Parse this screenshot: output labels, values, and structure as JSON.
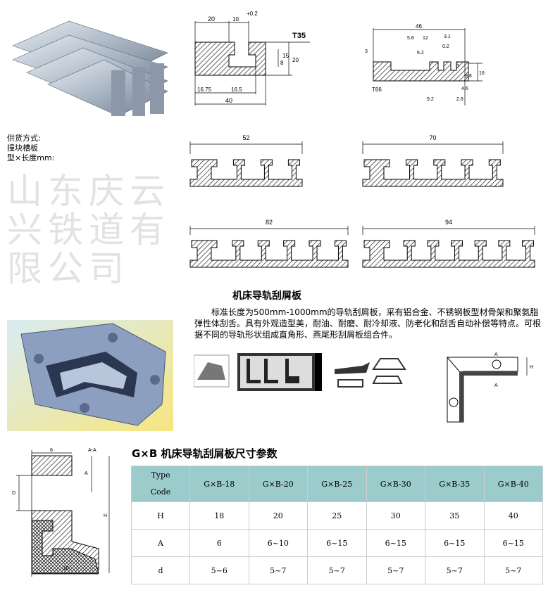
{
  "supply": {
    "line1": "供货方式:",
    "line2": "撞块槽板",
    "line3": "型×长度mm:"
  },
  "drawings": {
    "t35": {
      "name": "T35",
      "dims": [
        "20",
        "10",
        "+0.2",
        "8",
        "15",
        "20",
        "16.75",
        "16.5",
        "40"
      ]
    },
    "t66": {
      "name": "T66",
      "dims": [
        "46",
        "5.8",
        "12",
        "3.1",
        "0.2",
        "6.2",
        "3",
        "3",
        "9.8",
        "16",
        "4.6",
        "9.2",
        "2.8"
      ]
    },
    "combs": [
      "52",
      "70",
      "82",
      "94"
    ],
    "corner": {
      "a1": "A",
      "a2": "A",
      "h": "H"
    },
    "section": {
      "top": "6",
      "aa": "A-A",
      "a": "A",
      "d": "D",
      "h": "H",
      "bottom": "10"
    }
  },
  "watermark": "山东庆云兴铁道有限公司",
  "intro": {
    "title": "机床导轨刮屑板",
    "text": "标准长度为500mm-1000mm的导轨刮屑板，采有铝合金、不锈钢板型材骨架和聚氨脂弹性体刮舌。具有外观造型美，耐油、耐磨、耐冷却液、防老化和刮舌自动补偿等特点。可根据不同的导轨形状组成直角形、燕尾形刮屑板组合件。"
  },
  "table": {
    "title": "G×B 机床导轨刮屑板尺寸参数",
    "corner_top": "Type",
    "corner_bottom": "Code",
    "columns": [
      "G×B-18",
      "G×B-20",
      "G×B-25",
      "G×B-30",
      "G×B-35",
      "G×B-40"
    ],
    "rows": [
      {
        "label": "H",
        "values": [
          "18",
          "20",
          "25",
          "30",
          "35",
          "40"
        ]
      },
      {
        "label": "A",
        "values": [
          "6",
          "6~10",
          "6~15",
          "6~15",
          "6~15",
          "6~15"
        ]
      },
      {
        "label": "d",
        "values": [
          "5~6",
          "5~7",
          "5~7",
          "5~7",
          "5~7",
          "5~7"
        ]
      }
    ]
  },
  "colors": {
    "header_bg": "#9ccbcb",
    "watermark": "#e2e2e2"
  }
}
